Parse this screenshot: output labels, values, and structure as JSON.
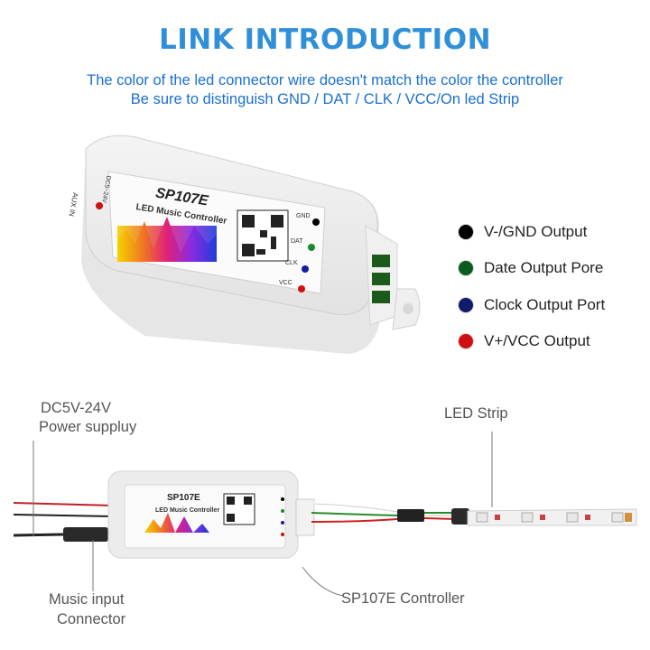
{
  "title": "LINK INTRODUCTION",
  "subtitle": [
    "The color of the led connector wire doesn't match the color the controller",
    "Be sure to distinguish GND / DAT / CLK / VCC/On led Strip"
  ],
  "legend": [
    {
      "label": "V-/GND Output",
      "color": "#000000"
    },
    {
      "label": "Date Output Pore",
      "color": "#0b5a1e"
    },
    {
      "label": "Clock Output Port",
      "color": "#111a6b"
    },
    {
      "label": "V+/VCC Output",
      "color": "#d01010"
    }
  ],
  "controller": {
    "model": "SP107E",
    "name": "LED Music Controller",
    "aux": "AUX IN",
    "power": "DC5~24V",
    "pins": [
      "GND",
      "DAT",
      "CLK",
      "VCC"
    ]
  },
  "labels": {
    "power": [
      "DC5V-24V",
      "Power suppluy"
    ],
    "music": [
      "Music input",
      "Connector"
    ],
    "strip": "LED Strip",
    "controller": "SP107E Controller"
  }
}
